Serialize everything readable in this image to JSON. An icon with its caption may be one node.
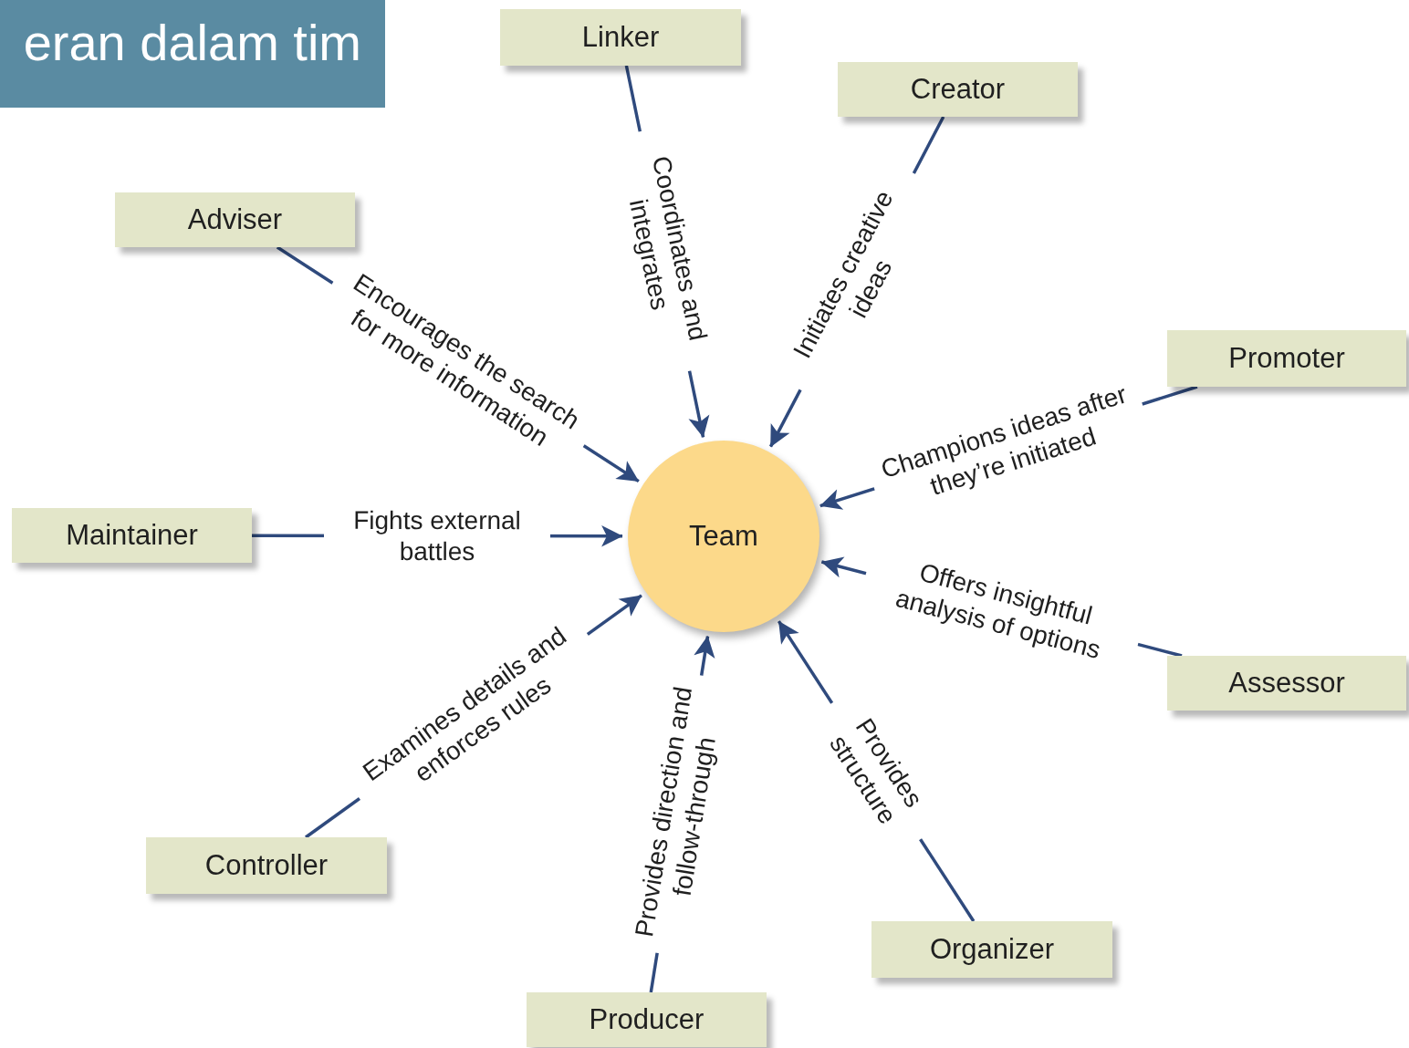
{
  "diagram": {
    "title": "eran dalam tim",
    "nodes": [
      {
        "text": [
          "Team"
        ]
      },
      {
        "text": [
          "Linker"
        ]
      },
      {
        "text": [
          "Creator"
        ]
      },
      {
        "text": [
          "Adviser"
        ]
      },
      {
        "text": [
          "Promoter"
        ]
      },
      {
        "text": [
          "Maintainer"
        ]
      },
      {
        "text": [
          "Assessor"
        ]
      },
      {
        "text": [
          "Controller"
        ]
      },
      {
        "text": [
          "Organizer"
        ]
      },
      {
        "text": [
          "Producer"
        ]
      }
    ],
    "edges": [
      {
        "from": 1,
        "to": 0,
        "arrow": "to",
        "label": "Coordinates and integrates"
      },
      {
        "from": 2,
        "to": 0,
        "arrow": "to",
        "label": "Initiates creative ideas"
      },
      {
        "from": 3,
        "to": 0,
        "arrow": "to",
        "label": "Encourages the search for more information"
      },
      {
        "from": 4,
        "to": 0,
        "arrow": "to",
        "label": "Champions ideas after they’re initiated"
      },
      {
        "from": 5,
        "to": 0,
        "arrow": "to",
        "label": "Fights external battles"
      },
      {
        "from": 6,
        "to": 0,
        "arrow": "to",
        "label": "Offers insightful analysis of options"
      },
      {
        "from": 7,
        "to": 0,
        "arrow": "to",
        "label": "Examines details and enforces rules"
      },
      {
        "from": 8,
        "to": 0,
        "arrow": "to",
        "label": "Provides structure"
      },
      {
        "from": 9,
        "to": 0,
        "arrow": "to",
        "label": "Provides direction and follow-through"
      }
    ]
  }
}
